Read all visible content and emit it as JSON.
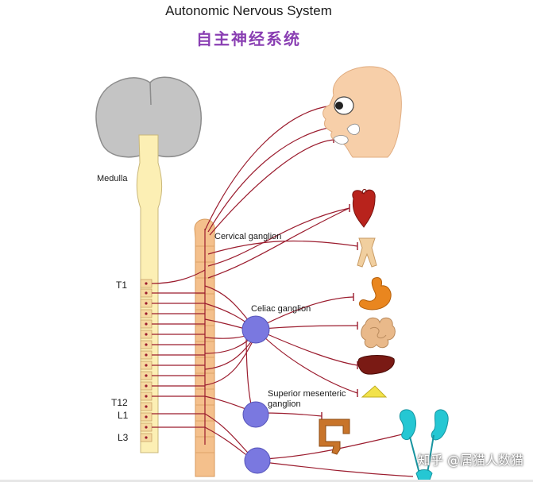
{
  "title": "Autonomic Nervous System",
  "subtitle": "自主神经系统",
  "labels": {
    "medulla": "Medulla",
    "t1": "T1",
    "t12": "T12",
    "l1": "L1",
    "l3": "L3",
    "cervical_ganglion": "Cervical ganglion",
    "celiac_ganglion": "Celiac ganglion",
    "superior_mesenteric_line1": "Superior mesenteric",
    "superior_mesenteric_line2": "ganglion"
  },
  "watermark": "知乎 @属猫人数猫",
  "colors": {
    "nerve": "#9b1c2e",
    "spinal_cord": "#fcefb4",
    "sympathetic_chain": "#f4c08c",
    "ganglion": "#7a78e0",
    "brain": "#bdbdbd",
    "face": "#f7cfa9",
    "heart": "#b8231c",
    "stomach": "#e9861f",
    "intestine": "#e9b98a",
    "liver": "#7a1a14",
    "pancreas": "#f2e24a",
    "colon": "#c8742a",
    "kidney": "#25c7d3"
  },
  "icons": [
    "brain-icon",
    "face-icon",
    "heart-icon",
    "trachea-icon",
    "stomach-icon",
    "intestine-icon",
    "liver-icon",
    "pancreas-icon",
    "colon-icon",
    "kidney-icon"
  ]
}
